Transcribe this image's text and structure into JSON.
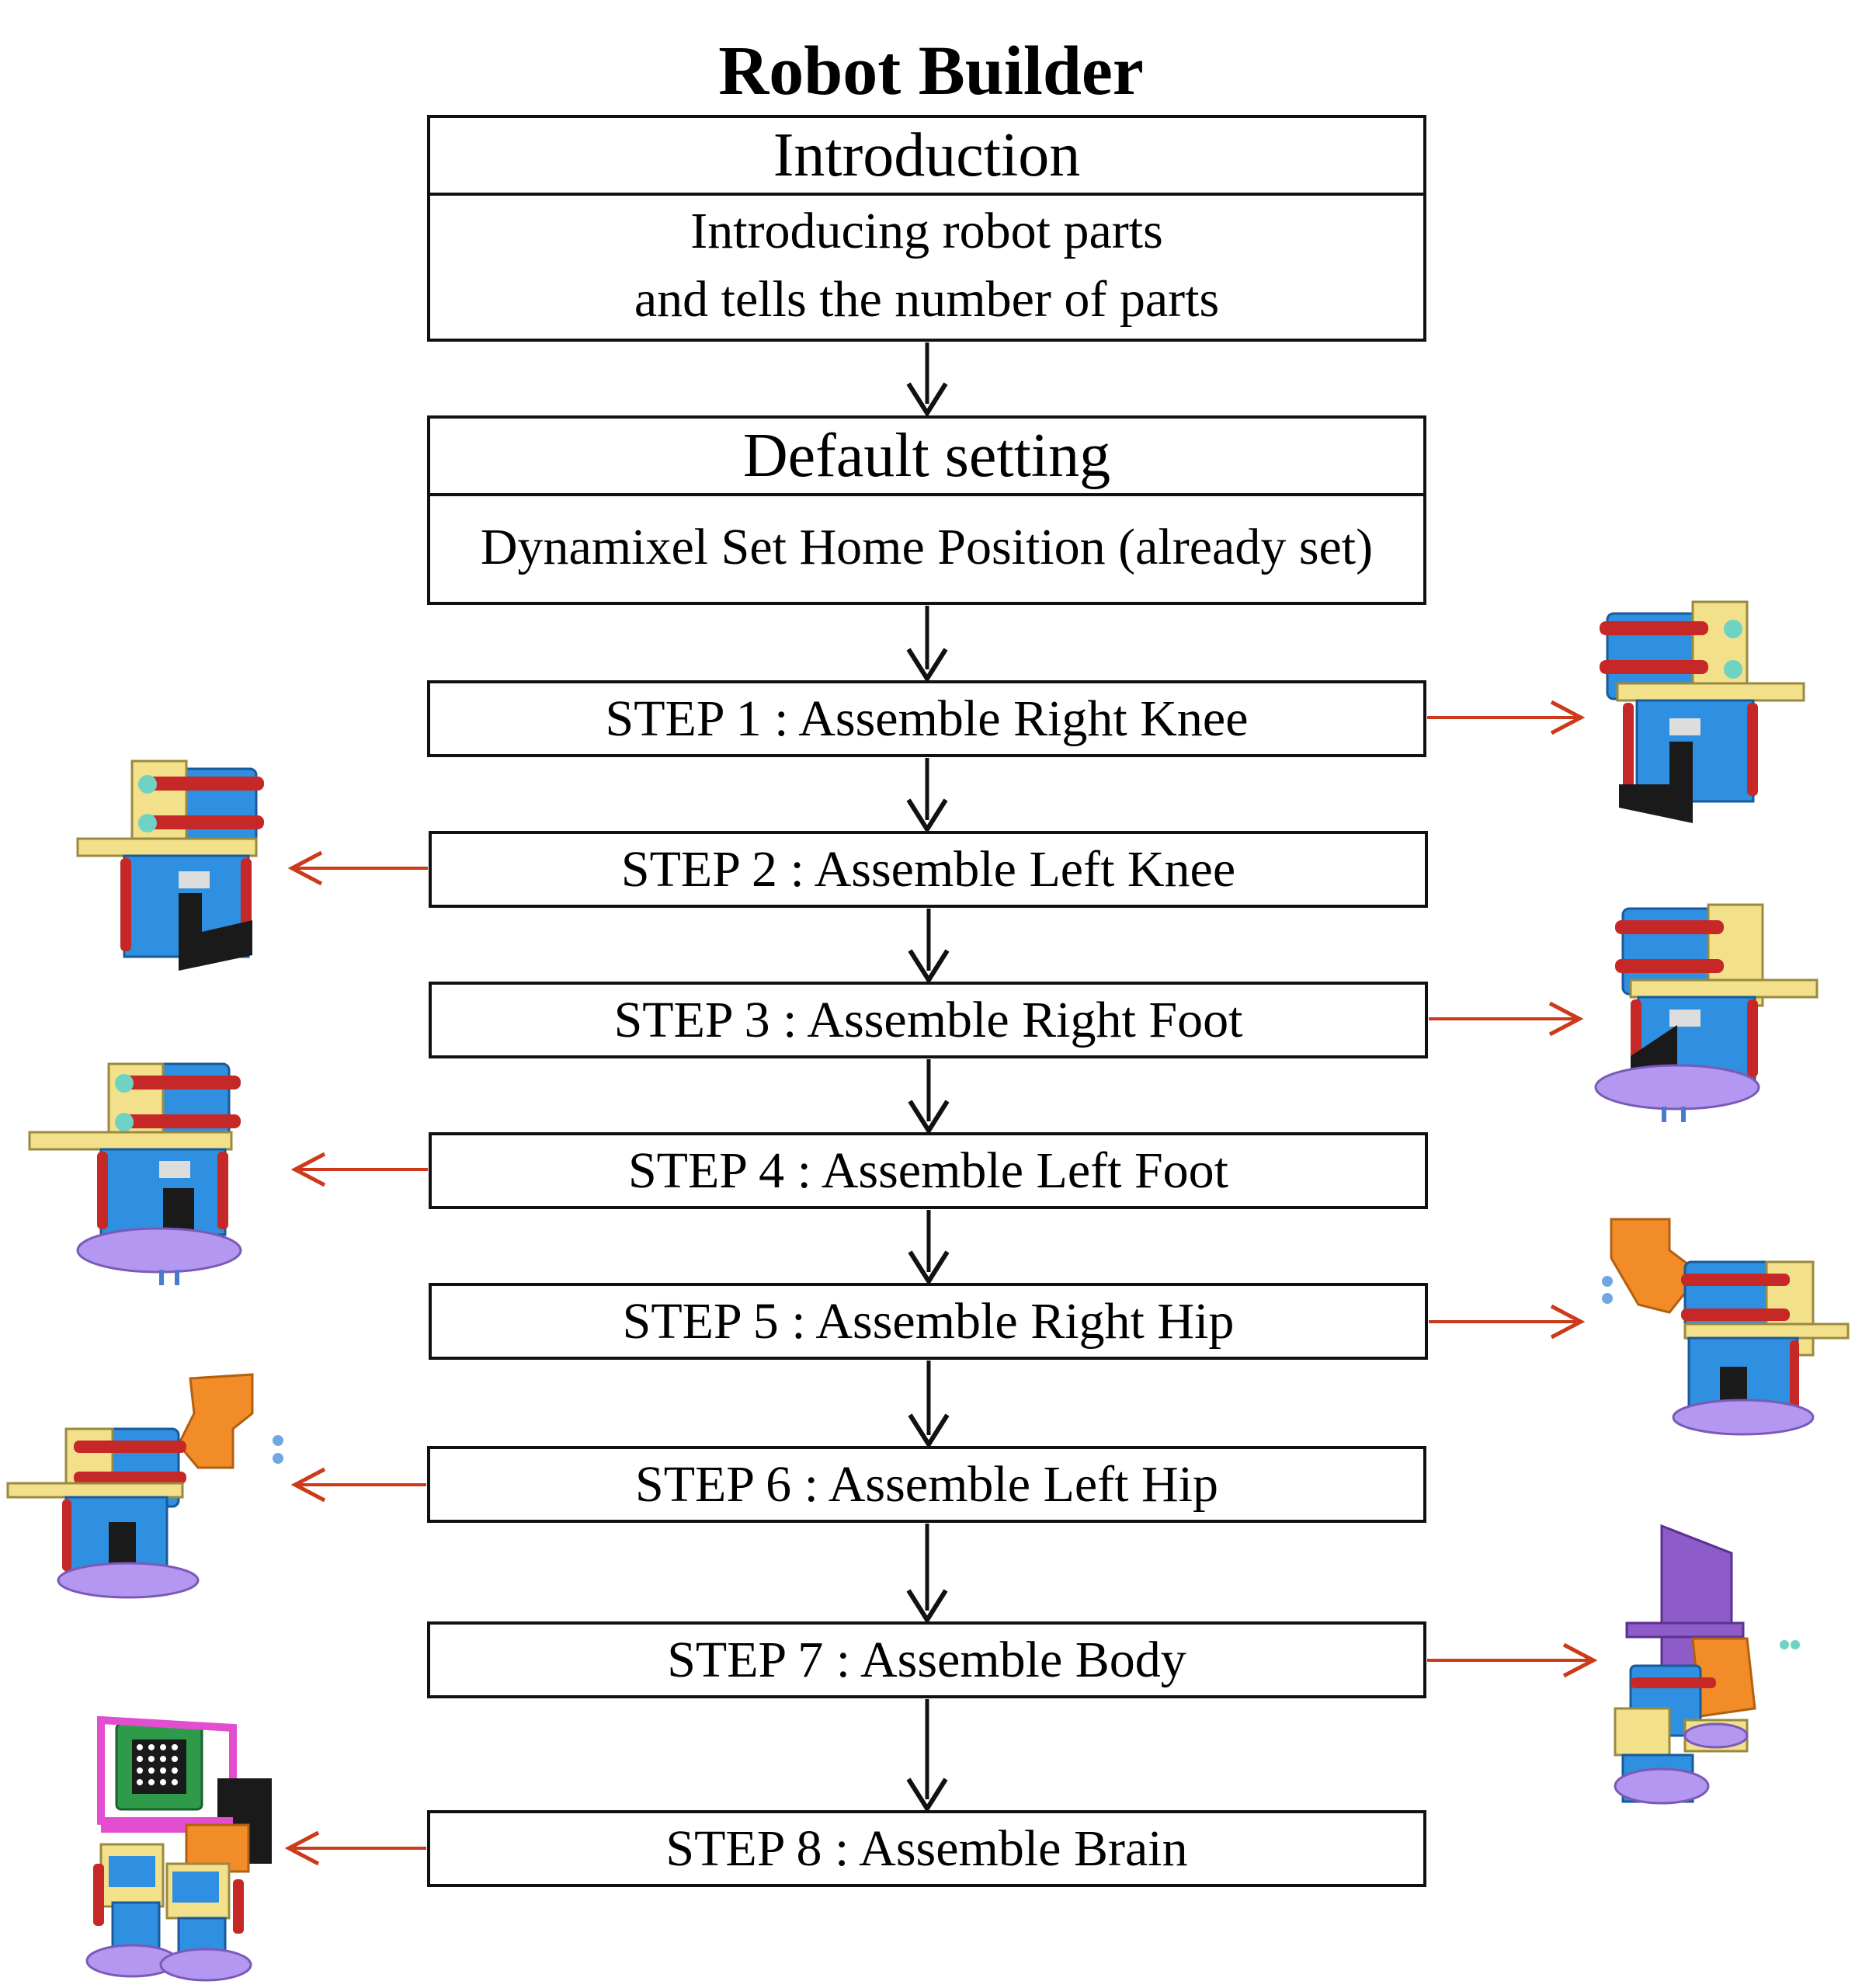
{
  "title": "Robot Builder",
  "introduction": {
    "heading": "Introduction",
    "line1": "Introducing robot parts",
    "line2": "and tells the number of parts"
  },
  "default_setting": {
    "heading": "Default setting",
    "body": "Dynamixel Set Home Position (already set)"
  },
  "steps": [
    "STEP 1 : Assemble Right Knee",
    "STEP 2 : Assemble Left Knee",
    "STEP 3 : Assemble Right Foot",
    "STEP 4 : Assemble Left Foot",
    "STEP 5 : Assemble Right Hip",
    "STEP 6 : Assemble Left Hip",
    "STEP 7 : Assemble Body",
    "STEP 8 : Assemble Brain"
  ],
  "colors": {
    "flow_arrow": "#111111",
    "side_arrow": "#cc3a1a",
    "servo_blue": "#2f8fe0",
    "bolt_red": "#c62828",
    "frame_yellow": "#f3e08a",
    "base_purple": "#b497f0",
    "bracket_orange": "#f28c28",
    "black_part": "#1a1a1a",
    "body_plate": "#8e5cc8",
    "board_green": "#2e9b4a",
    "board_pink": "#e24ecf"
  }
}
